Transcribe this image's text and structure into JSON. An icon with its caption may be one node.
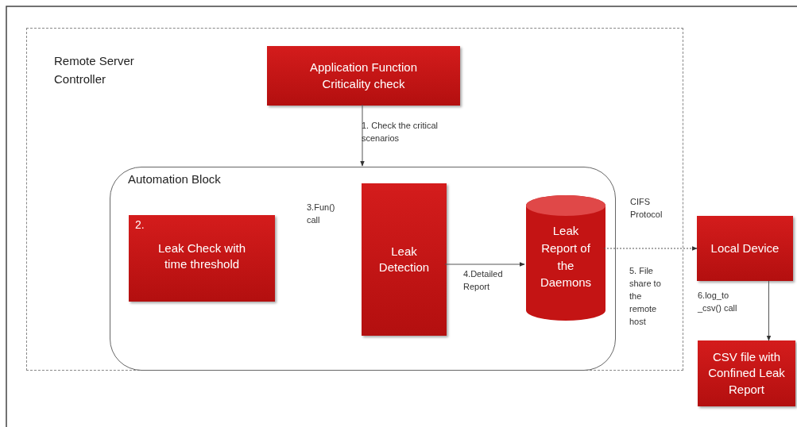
{
  "diagram": {
    "nodes": [
      {
        "text": [
          "Remote Server Controller"
        ]
      },
      {
        "text": [
          "Application Function Criticality check"
        ],
        "in": 0
      },
      {
        "text": [
          "Automation Block"
        ],
        "in": 0
      },
      {
        "text": [
          "2.",
          "Leak Check with time threshold"
        ],
        "in": 2
      },
      {
        "text": [
          "Leak Detection"
        ],
        "in": 2
      },
      {
        "text": [
          "Leak Report of the Daemons"
        ],
        "in": 2
      },
      {
        "text": [
          "Local Device"
        ]
      },
      {
        "text": [
          "CSV file with Confined Leak Report"
        ]
      }
    ],
    "edges": [
      {
        "from": 1,
        "to": 2,
        "arrow": "to",
        "label": "1. Check the critical scenarios"
      },
      {
        "from": 4,
        "to": 5,
        "arrow": "to",
        "label": "4.Detailed Report"
      },
      {
        "from": 5,
        "to": 6,
        "arrow": "to",
        "label": "5. File share to the remote host",
        "style": "dashed"
      },
      {
        "from": 6,
        "to": 7,
        "arrow": "to",
        "label": "6.log_to _csv() call"
      }
    ],
    "labels": [
      "3.Fun() call",
      "CIFS Protocol"
    ]
  }
}
